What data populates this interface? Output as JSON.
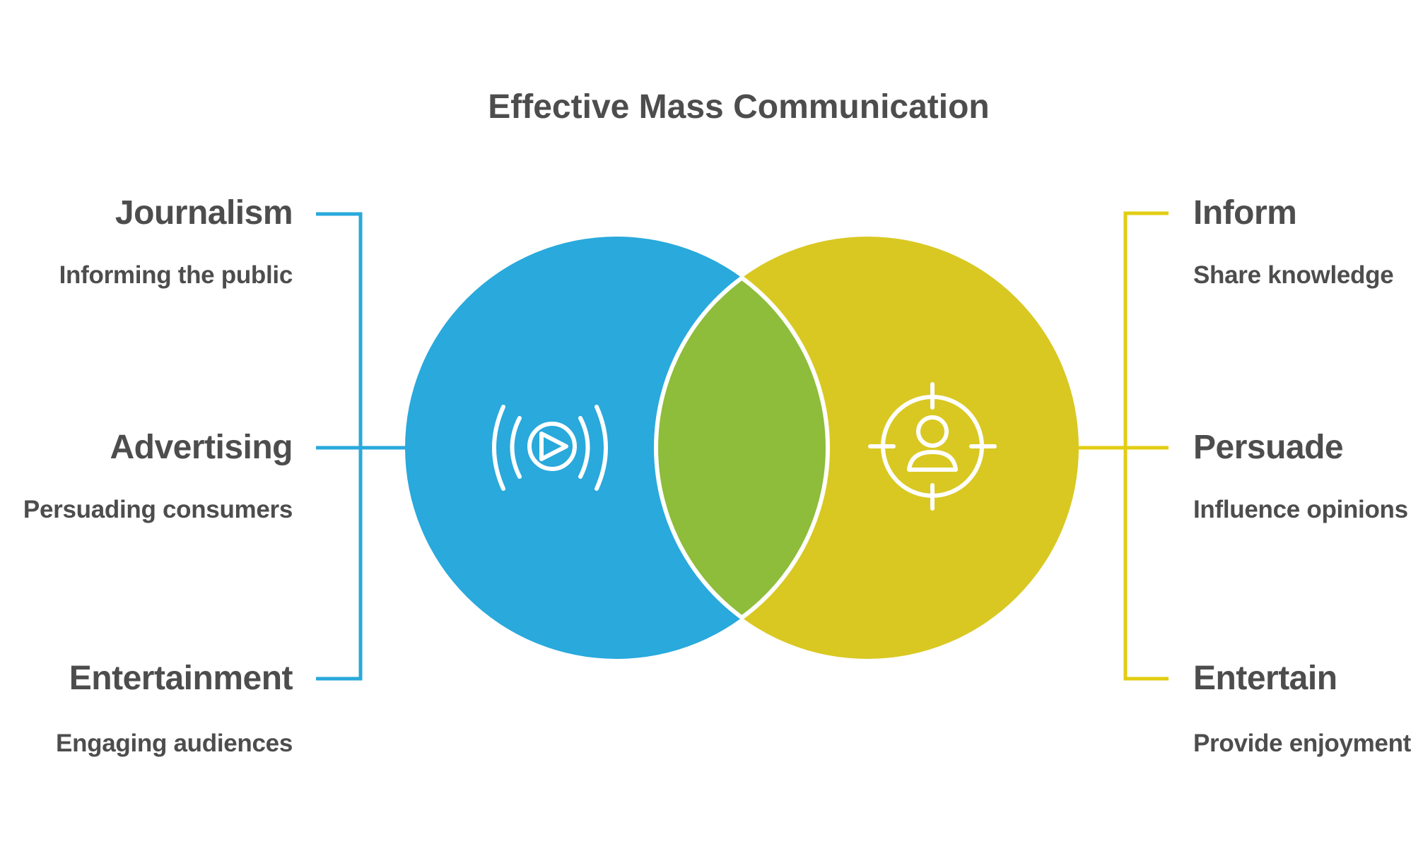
{
  "title": "Effective Mass Communication",
  "colors": {
    "blue": "#29A9DC",
    "yellow": "#D9C822",
    "yellow_line": "#E2CD12",
    "green": "#8EBC3B",
    "text": "#4D4D4D",
    "icon_stroke": "#FFFFFF"
  },
  "left_items": [
    {
      "heading": "Journalism",
      "subtitle": "Informing the public"
    },
    {
      "heading": "Advertising",
      "subtitle": "Persuading consumers"
    },
    {
      "heading": "Entertainment",
      "subtitle": "Engaging audiences"
    }
  ],
  "right_items": [
    {
      "heading": "Inform",
      "subtitle": "Share knowledge"
    },
    {
      "heading": "Persuade",
      "subtitle": "Influence opinions"
    },
    {
      "heading": "Entertain",
      "subtitle": "Provide enjoyment"
    }
  ],
  "icons": {
    "left_circle": "broadcast-play-icon",
    "right_circle": "audience-target-icon"
  }
}
